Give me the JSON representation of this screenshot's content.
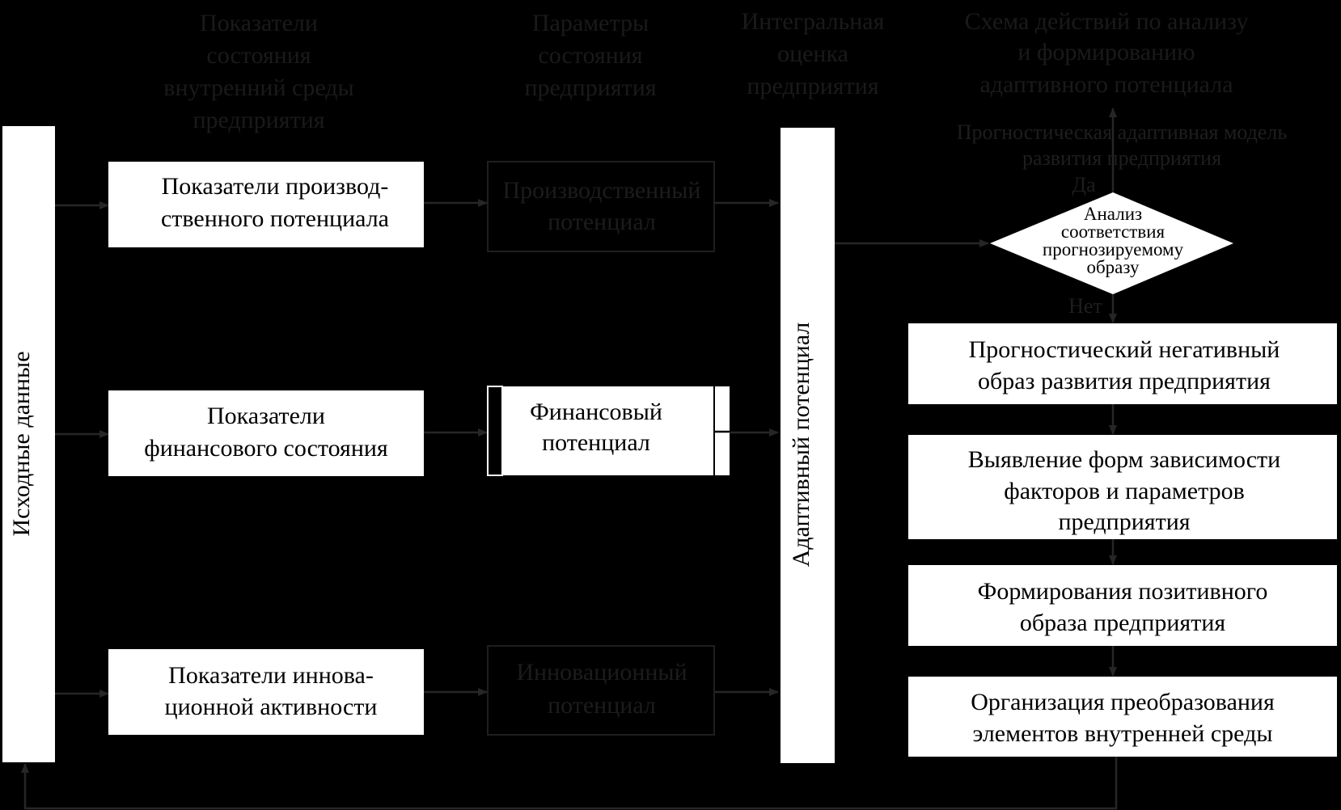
{
  "headers": {
    "col1": [
      "Показатели",
      "состояния",
      "внутренний среды",
      "предприятия"
    ],
    "col2": [
      "Параметры",
      "состояния",
      "предприятия"
    ],
    "col3": [
      "Интегральная",
      "оценка",
      "предприятия"
    ],
    "col4": [
      "Схема действий по анализу",
      "и формированию",
      "адаптивного потенциала"
    ]
  },
  "source_label": "Исходные данные",
  "adaptive_label": "Адаптивный потенциал",
  "indicators": {
    "production": [
      "Показатели  производ-",
      "ственного потенциала"
    ],
    "financial": [
      "Показатели",
      "финансового состояния"
    ],
    "innovation": [
      "Показатели  иннова-",
      "ционной активности"
    ]
  },
  "parameters": {
    "production": [
      "Производственный",
      "потенциал"
    ],
    "financial": [
      "Финансовый",
      "потенциал"
    ],
    "innovation": [
      "Инновационный",
      "потенциал"
    ]
  },
  "forecast_model": [
    "Прогностическая адаптивная модель",
    "развития предприятия"
  ],
  "decision": {
    "text": [
      "Анализ",
      "соответствия",
      "прогнозируемому",
      "образу"
    ],
    "yes": "Да",
    "no": "Нет"
  },
  "steps": [
    [
      "Прогностический негативный",
      "образ развития предприятия"
    ],
    [
      "Выявление форм зависимости",
      "факторов и параметров",
      "предприятия"
    ],
    [
      "Формирования позитивного",
      "образа предприятия"
    ],
    [
      "Организация преобразования",
      "элементов внутренней среды"
    ]
  ],
  "colors": {
    "background": "#000000",
    "box_fill": "#ffffff",
    "faint": "#1c1c1c"
  }
}
